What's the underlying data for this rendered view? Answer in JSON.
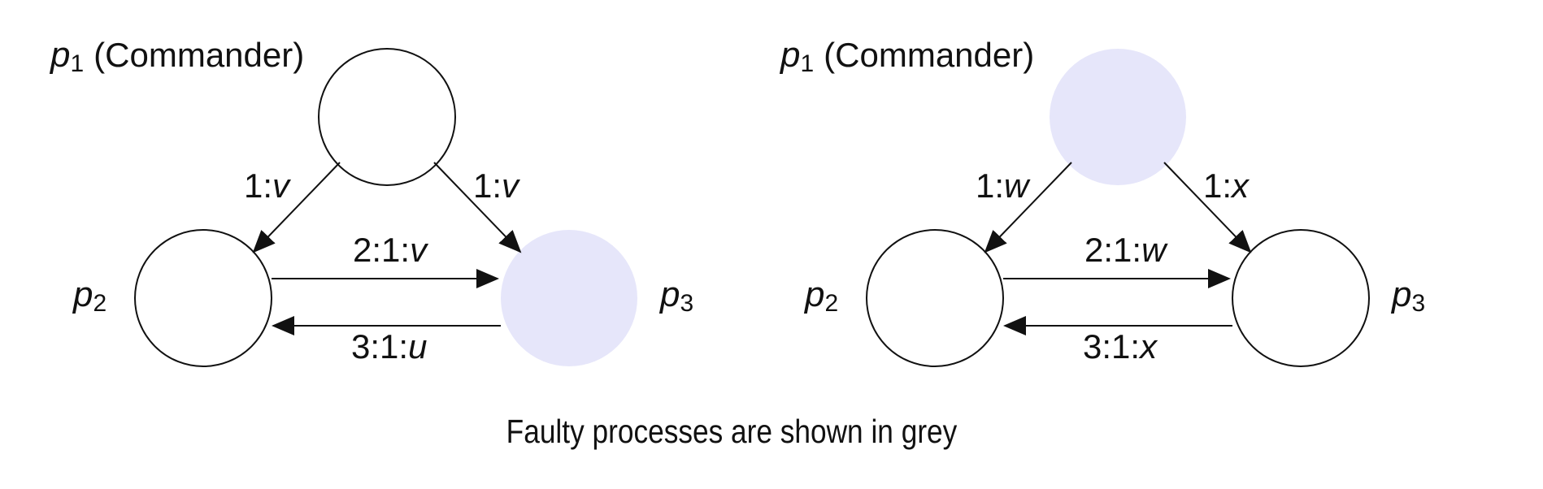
{
  "colors": {
    "faulty_fill": "#e6e6fa",
    "normal_fill": "#ffffff",
    "stroke": "#111111"
  },
  "panels": [
    {
      "commander_subscript": "1",
      "commander_suffix": "(Commander)",
      "process_letter": "p",
      "p2_subscript": "2",
      "p3_subscript": "3",
      "faulty": "p3",
      "edges": {
        "p1_to_p2": {
          "prefix": "1:",
          "var": "v"
        },
        "p1_to_p3": {
          "prefix": "1:",
          "var": "v"
        },
        "p2_to_p3": {
          "prefix": "2:1:",
          "var": "v"
        },
        "p3_to_p2": {
          "prefix": "3:1:",
          "var": "u"
        }
      }
    },
    {
      "commander_subscript": "1",
      "commander_suffix": "(Commander)",
      "process_letter": "p",
      "p2_subscript": "2",
      "p3_subscript": "3",
      "faulty": "p1",
      "edges": {
        "p1_to_p2": {
          "prefix": "1:",
          "var": "w"
        },
        "p1_to_p3": {
          "prefix": "1:",
          "var": "x"
        },
        "p2_to_p3": {
          "prefix": "2:1:",
          "var": "w"
        },
        "p3_to_p2": {
          "prefix": "3:1:",
          "var": "x"
        }
      }
    }
  ],
  "caption": "Faulty processes are shown in grey"
}
